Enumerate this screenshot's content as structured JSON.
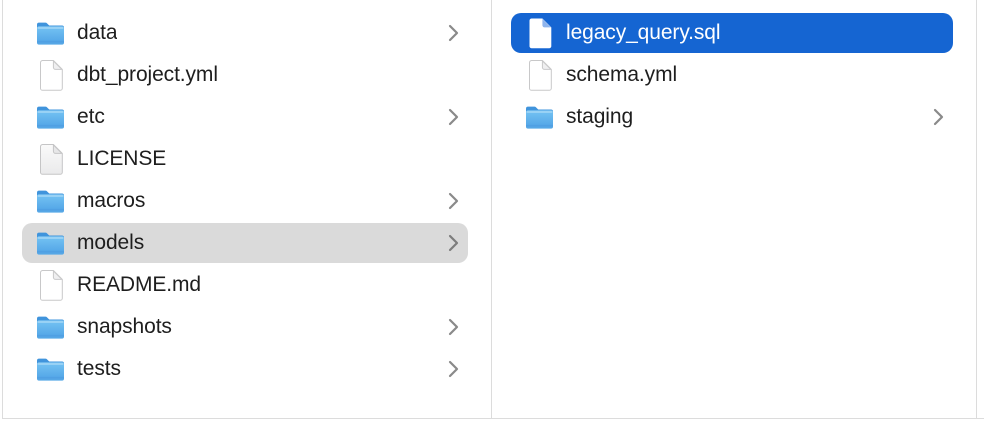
{
  "app": "finder-column-view",
  "colors": {
    "selection_active": "#1565d2",
    "selection_inactive": "#dadada",
    "text": "#1e1e1e",
    "text_selected": "#ffffff",
    "divider": "#dcdcdc",
    "chevron": "#8a8a8a",
    "background": "#ffffff",
    "folder_blue": "#5cace8"
  },
  "icons": {
    "folder": "folder-icon",
    "document": "document-icon",
    "chevron": "chevron-right-icon"
  },
  "columns": {
    "left": {
      "name": "column-1",
      "items": [
        {
          "label": "data",
          "kind": "folder",
          "chevron": true,
          "selected": "none"
        },
        {
          "label": "dbt_project.yml",
          "kind": "document",
          "chevron": false,
          "selected": "none"
        },
        {
          "label": "etc",
          "kind": "folder",
          "chevron": true,
          "selected": "none"
        },
        {
          "label": "LICENSE",
          "kind": "document-plain",
          "chevron": false,
          "selected": "none"
        },
        {
          "label": "macros",
          "kind": "folder",
          "chevron": true,
          "selected": "none"
        },
        {
          "label": "models",
          "kind": "folder",
          "chevron": true,
          "selected": "inactive"
        },
        {
          "label": "README.md",
          "kind": "document",
          "chevron": false,
          "selected": "none"
        },
        {
          "label": "snapshots",
          "kind": "folder",
          "chevron": true,
          "selected": "none"
        },
        {
          "label": "tests",
          "kind": "folder",
          "chevron": true,
          "selected": "none"
        }
      ]
    },
    "right": {
      "name": "column-2",
      "items": [
        {
          "label": "legacy_query.sql",
          "kind": "document",
          "chevron": false,
          "selected": "active"
        },
        {
          "label": "schema.yml",
          "kind": "document",
          "chevron": false,
          "selected": "none"
        },
        {
          "label": "staging",
          "kind": "folder",
          "chevron": true,
          "selected": "none"
        }
      ]
    }
  }
}
